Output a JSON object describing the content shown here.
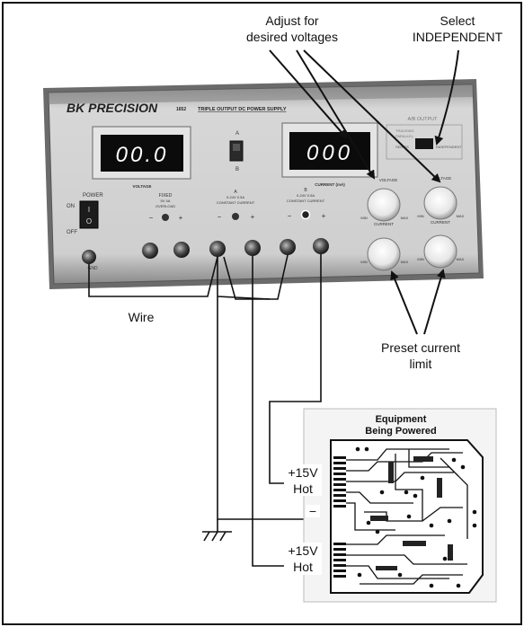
{
  "annotations": {
    "adjust_line1": "Adjust for",
    "adjust_line2": "desired voltages",
    "select_line1": "Select",
    "select_line2": "INDEPENDENT",
    "wire": "Wire",
    "preset_line1": "Preset current",
    "preset_line2": "limit"
  },
  "psu": {
    "brand": "BK PRECISION",
    "model": "1652",
    "title": "TRIPLE OUTPUT DC POWER SUPPLY",
    "display_voltage": "00.0",
    "display_current": "000",
    "voltage_caption": "VOLTAGE",
    "current_caption": "CURRENT (mA)",
    "power_label": "POWER",
    "on_label": "ON",
    "off_label": "OFF",
    "gnd_label": "GND",
    "switch_a": "A",
    "switch_b": "B",
    "fixed_label": "FIXED",
    "fixed_sub1": "5V 4A",
    "fixed_sub2": "OVERLOAD",
    "ch_a": "A",
    "ch_a_sub1": "0-24V 0.5A",
    "ch_a_sub2": "CONSTANT CURRENT",
    "ch_b": "B",
    "ch_b_sub1": "0-24V 0.5A",
    "ch_b_sub2": "CONSTANT CURRENT",
    "minus": "−",
    "plus": "+",
    "ab_output": "A/B OUTPUT",
    "tracking": "TRACKING",
    "parallel": "PARALLEL",
    "series": "SERIES",
    "independent": "INDEPENDENT",
    "knob_voltage": "VOLTAGE",
    "knob_current": "CURRENT",
    "min": "MIN",
    "max": "MAX"
  },
  "board": {
    "title_line1": "Equipment",
    "title_line2": "Being Powered",
    "label_top_v": "+15V",
    "label_top_hot": "Hot",
    "label_mid": "−",
    "label_bot_v": "+15V",
    "label_bot_hot": "Hot"
  },
  "colors": {
    "panel": "#d2d2d2",
    "display_text": "#ffffff",
    "line": "#111111"
  }
}
